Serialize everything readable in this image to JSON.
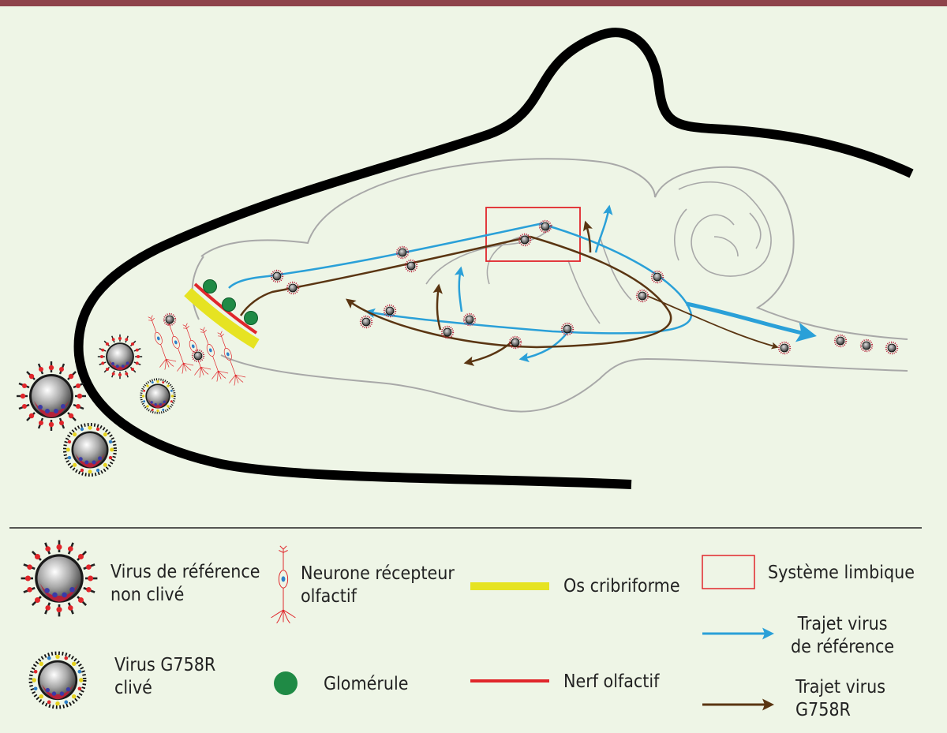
{
  "colors": {
    "top_bar": "#8e434b",
    "background": "#eef5e6",
    "reference_virus_path": "#2aa0d8",
    "g758r_virus_path": "#5a3512",
    "cribriform_bone": "#e6e322",
    "olfactory_nerve": "#e0262b",
    "glomerulus": "#1f8a45",
    "limbic_system_box": "#e0262b",
    "brain_outline": "#a8a8a8"
  },
  "legend": {
    "reference_virus": {
      "line1": "Virus de référence",
      "line2": "non clivé"
    },
    "g758r_virus": {
      "line1": "Virus G758R",
      "line2": "clivé"
    },
    "neuron": {
      "line1": "Neurone récepteur",
      "line2": "olfactif"
    },
    "glomerulus": "Glomérule",
    "cribriform_bone": "Os cribriforme",
    "olfactory_nerve": "Nerf olfactif",
    "limbic_system": "Système limbique",
    "reference_path": {
      "line1": "Trajet virus",
      "line2": "de référence"
    },
    "g758r_path": {
      "line1": "Trajet virus",
      "line2": "G758R"
    }
  }
}
